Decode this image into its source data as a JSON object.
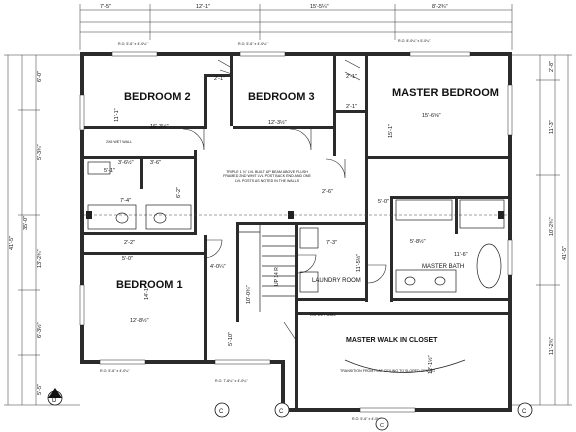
{
  "rooms": {
    "bedroom2": "BEDROOM 2",
    "bedroom3": "BEDROOM 3",
    "master_bedroom": "MASTER BEDROOM",
    "bedroom1": "BEDROOM 1",
    "master_walk_in_closet": "MASTER WALK IN CLOSET",
    "laundry_room": "LAUNDRY ROOM",
    "master_bath": "MASTER BATH"
  },
  "top_dims": [
    "7'-5\"",
    "12'-1\"",
    "15'-5¼\"",
    "8'-2¾\""
  ],
  "window_labels": {
    "bed2": "R.O. 5'-6\" x 4'-0¼\"",
    "bed3": "R.O. 5'-6\" x 4'-0¼\"",
    "master_top": "R.O. 8'-0¼\" x 5'-0¼\"",
    "bed1_bottom": "R.O. 5'-6\" x 4'-0¼\"",
    "center_bottom": "R.O. 7'-6¼\" x 4'-0¼\"",
    "closet_bottom": "R.O. 5'-6\" x 4'-0¼\""
  },
  "interior_dims": {
    "bed2_w": "16'-3½\"",
    "bed2_h": "11'-1\"",
    "bed3_w": "12'-3½\"",
    "master_w": "15'-6⅝\"",
    "master_h": "15'-1\"",
    "bed1_w": "12'-8½\"",
    "bed1_h": "14'-1\"",
    "bath_w": "5'-8½\"",
    "bath_h": "11'-6\"",
    "closet_h": "12'-1½\"",
    "hall_w": "4'-0¼\"",
    "stair_w": "10'-0¾\"",
    "stair_run": "5'-10\"",
    "laundry_h": "11'-5½\"",
    "laundry_w": "7'-3\"",
    "closet_2_1": "2'-1\"",
    "closet_2_1b": "2'-1\"",
    "hall_7_4": "7'-4\"",
    "hall_3_6": "3'-6½\"",
    "hall_3_6b": "3'-6\"",
    "bath2_w": "5'-1\"",
    "bath2_6_2": "6'-2\"",
    "bed1_2_2": "2'-2\"",
    "bed1_5_0": "5'-0\"",
    "m_2_1": "2'-1\"",
    "m_2_6": "2'-6\"",
    "m_5_0": "5'-0\""
  },
  "left_dims": [
    "6'-0\"",
    "5'-3¾\"",
    "35'-0\"",
    "13'-2¾\"",
    "6'-3½\"",
    "5'-5\"",
    "41'-5\""
  ],
  "right_dims": [
    "2'-8\"",
    "11'-3\"",
    "10'-2¾\"",
    "41'-5\"",
    "11'-2¾\""
  ],
  "notes": {
    "wet_wall_top": "2X6 WET WALL",
    "wet_wall_bottom": "2X6 WET WALL",
    "beam_note": "TRIPLE 1 ¾\" LVL BUILT UP BEAM ABOVE FLUSH FRAMED 2ND WHIT LVL POST BACK END AND ONE LVL POSTS AS NOTED IN THE WALLS",
    "transition_note": "TRANSITION FROM FLAT CEILING TO SLOPED CEILING",
    "up_label": "UP 14 R"
  },
  "markers": {
    "section_d": "D",
    "section_c1": "C",
    "section_c2": "C",
    "section_c3": "C",
    "section_c4": "C"
  }
}
